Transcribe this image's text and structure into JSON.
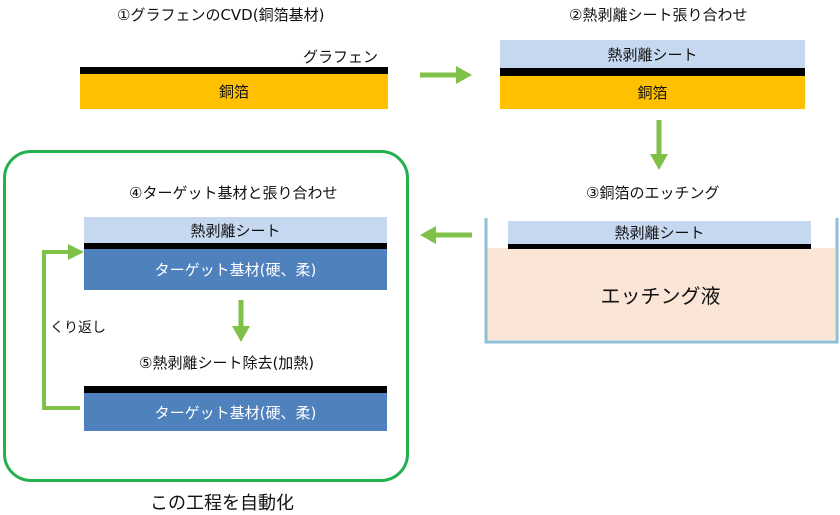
{
  "steps": {
    "s1": {
      "title": "①グラフェンのCVD(銅箔基材)",
      "graphene_label": "グラフェン",
      "foil_label": "銅箔"
    },
    "s2": {
      "title": "②熱剥離シート張り合わせ",
      "sheet_label": "熱剥離シート",
      "foil_label": "銅箔"
    },
    "s3": {
      "title": "③銅箔のエッチング",
      "sheet_label": "熱剥離シート",
      "liquid_label": "エッチング液"
    },
    "s4": {
      "title": "④ターゲット基材と張り合わせ",
      "sheet_label": "熱剥離シート",
      "substrate_label": "ターゲット基材(硬、柔)"
    },
    "s5": {
      "title": "⑤熱剥離シート除去(加熱)",
      "substrate_label": "ターゲット基材(硬、柔)"
    }
  },
  "loop_label": "くり返し",
  "automation_caption": "この工程を自動化",
  "colors": {
    "copper_foil": "#ffc000",
    "release_sheet": "#c5d8ef",
    "target_substrate": "#4f81bd",
    "etching_liquid": "#fbe5d6",
    "arrow": "#7fc148",
    "automation_frame": "#22b14c",
    "tank": "#8fbfd6"
  }
}
